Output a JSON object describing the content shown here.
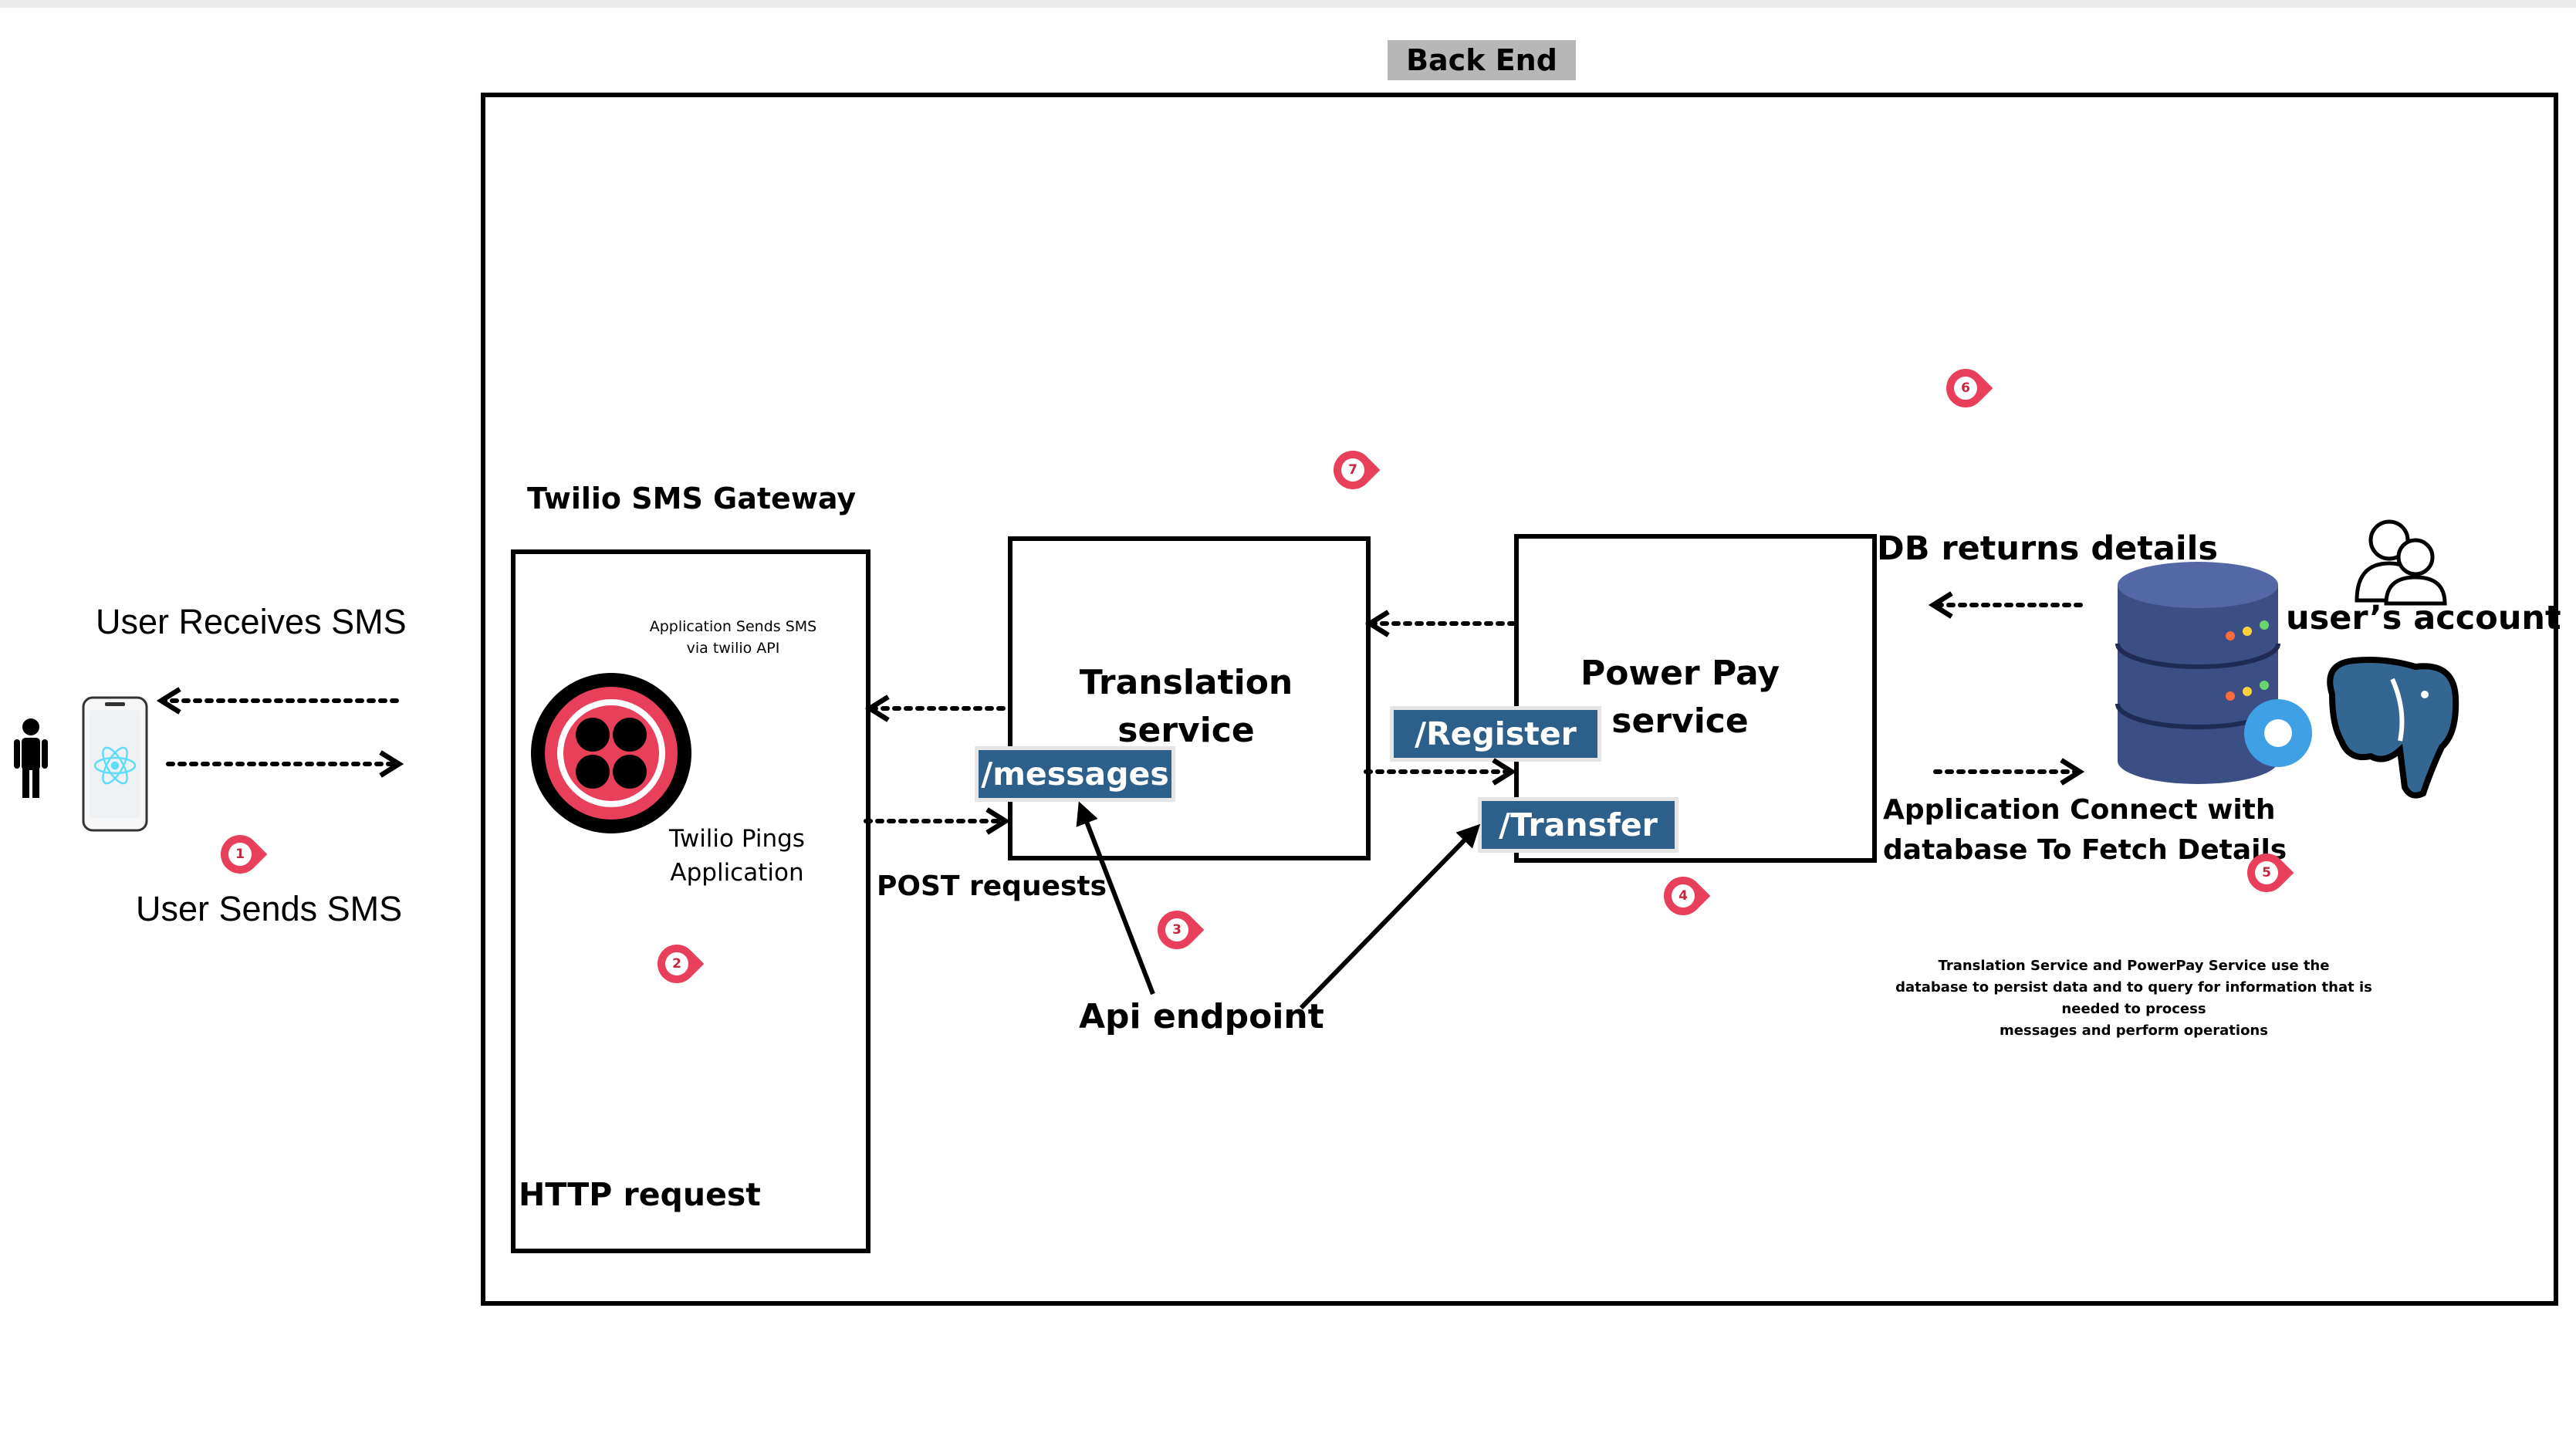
{
  "backend": {
    "label": "Back End"
  },
  "gateway": {
    "title": "Twilio SMS Gateway",
    "app_sends_note": "Application Sends SMS\nvia twilio API",
    "pings_text": "Twilio Pings\nApplication",
    "http_request": "HTTP request"
  },
  "translation": {
    "title": "Translation\nservice",
    "endpoint": "/messages"
  },
  "powerpay": {
    "title": "Power Pay\nservice",
    "endpoints": {
      "register": "/Register",
      "transfer": "/Transfer"
    }
  },
  "labels": {
    "user_receives": "User Receives SMS",
    "user_sends": "User Sends SMS",
    "post_requests": "POST requests",
    "api_endpoint": "Api endpoint"
  },
  "database": {
    "db_returns": "DB returns details",
    "users_account": "user’s account",
    "app_connect": "Application Connect with\ndatabase To Fetch Details",
    "note": "Translation Service and PowerPay Service use the\ndatabase to persist data and to query for information that is\nneeded to process\nmessages and perform operations"
  },
  "steps": [
    "1",
    "2",
    "3",
    "4",
    "5",
    "6",
    "7"
  ],
  "colors": {
    "endpoint_tag": "#2d5f8b",
    "step_marker": "#e8405a",
    "backend_label_bg": "#b7b7b7"
  },
  "icons": [
    "person-icon",
    "phone-react-icon",
    "twilio-logo-icon",
    "users-icon",
    "database-server-icon",
    "postgresql-elephant-icon",
    "arrow-icon"
  ]
}
